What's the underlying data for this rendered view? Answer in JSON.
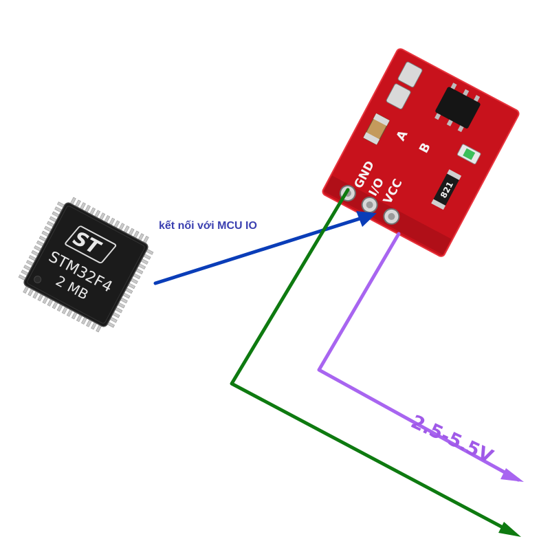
{
  "mcu_chip": {
    "logo_text": "ST",
    "model": "STM32F4",
    "memory": "2 MB"
  },
  "touch_module": {
    "pin_labels": [
      "GND",
      "I/O",
      "VCC"
    ],
    "pad_labels": [
      "A",
      "B"
    ],
    "resistor_code": "821"
  },
  "labels": {
    "mcu_connection": "kết nối với MCU IO",
    "voltage_range": "2.5-5.5V"
  },
  "colors": {
    "io_wire": "#0a3db8",
    "vcc_wire": "#a865f0",
    "gnd_wire": "#0e7a10",
    "pcb": "#c8121c"
  }
}
